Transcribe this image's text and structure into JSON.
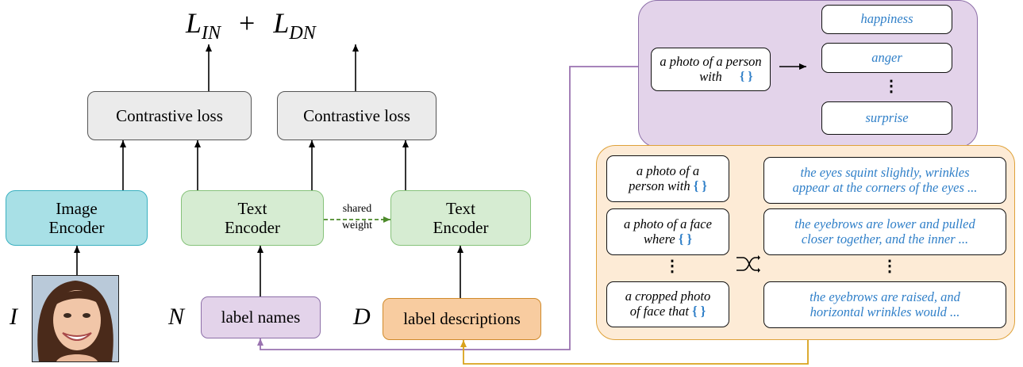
{
  "losses": {
    "l_in": "L",
    "l_in_sub": "IN",
    "plus": "+",
    "l_dn": "L",
    "l_dn_sub": "DN"
  },
  "blocks": {
    "contrastive_loss_1": "Contrastive loss",
    "contrastive_loss_2": "Contrastive loss",
    "image_encoder": [
      "Image",
      "Encoder"
    ],
    "text_encoder_1": [
      "Text",
      "Encoder"
    ],
    "text_encoder_2": [
      "Text",
      "Encoder"
    ],
    "shared_weight": [
      "shared",
      "weight"
    ],
    "label_names": "label names",
    "label_descriptions": "label descriptions"
  },
  "symbols": {
    "image": "I",
    "names": "N",
    "descriptions": "D"
  },
  "name_prompting": {
    "template": {
      "text": "a photo of a person with",
      "placeholder": "{ }"
    },
    "labels": [
      "happiness",
      "anger",
      "surprise"
    ],
    "ellipsis": "⋮"
  },
  "description_prompting": {
    "templates": [
      {
        "text": [
          "a photo of a",
          "person with"
        ],
        "placeholder": "{ }"
      },
      {
        "text": [
          "a photo of a face",
          "where"
        ],
        "placeholder": "{ }"
      },
      {
        "text": [
          "a cropped photo",
          "of face that"
        ],
        "placeholder": "{ }"
      }
    ],
    "descriptions": [
      [
        "the eyes squint slightly, wrinkles",
        "appear at the corners of the eyes ..."
      ],
      [
        "the eyebrows are lower and pulled",
        "closer together, and the inner ..."
      ],
      [
        "the eyebrows are raised, and",
        "horizontal wrinkles would ..."
      ]
    ],
    "ellipsis": "⋮",
    "shuffle_icon": "shuffle-icon"
  },
  "colors": {
    "purple_line": "#9a73b0",
    "orange_line": "#d9a21b",
    "shared_arrow": "#4c8a2a",
    "placeholder_blue": "#2f7fc8"
  }
}
